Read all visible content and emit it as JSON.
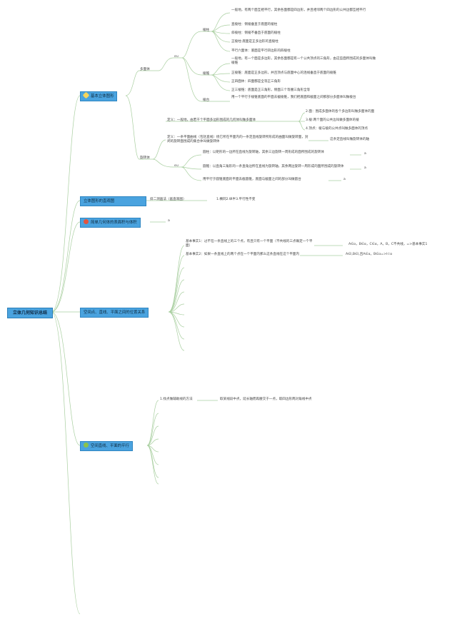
{
  "root": "立体几何知识总结",
  "b1": {
    "title": "基本立体图形",
    "icon": "diamond-icon",
    "polyhedron": {
      "label": "多面体",
      "items": "e∪",
      "prism": {
        "label": "棱柱",
        "n1": "一般地，有两个面互相平行，其余各面都是四边形，并且相邻两个四边形的公共边都互相平行",
        "n2": "直棱柱：侧棱垂直于底面的棱柱",
        "n3": "斜棱柱：侧棱不垂直于底面的棱柱",
        "n4": "正棱柱:底面是正多边形的直棱柱",
        "n5": "平行六面体：底面是平行四边形的四棱柱"
      },
      "pyramid": {
        "label": "棱锥",
        "n1": "一般地，有一个面是多边形，其余各面都是有一个公共顶点的三角形，由这些面所围成的多面体叫做棱锥",
        "n2": "正棱锥：底面是正多边形，并且顶点与底面中心的连线垂直于底面的棱锥",
        "n3": "正四面体：四面都是全等正三角形",
        "n4": "正三棱锥：底面是正三角形，侧面三个等腰三角形全等"
      },
      "frustum": {
        "label": "棱台",
        "n1": "用一个平行于棱锥底面的平面去截棱锥，我们把底面和截面之间那部分多面体叫做棱台"
      },
      "def": "定义：一般地，由若干个平面多边形围成的几何体叫做多面体",
      "def_parts": [
        "2.面：围成多面体的各个多边形叫做多面体的面",
        "3.棱:两个面的公共边叫做多面体的棱",
        "4.顶点：棱与棱的公共点叫做多面体的顶点"
      ]
    },
    "revolution": {
      "label": "旋转体",
      "def": "定义：一条平面曲线（包括直线）绕它所在平面内的一条定直线旋转所形成的曲面叫做旋转面，封闭的旋转面围成的集合体叫做旋转体",
      "axis": "这条定直线叫做旋转体的轴",
      "items": "e∪",
      "cyl": "圆柱：以矩形的一边所在直线为旋转轴，其余三边旋转一周形成的面所围成的旋转体",
      "cone": "圆锥：以直角三角形的一条直角边所在直线为旋转轴，其余两边旋转一周形成的面所围成的旋转体",
      "trunc": "用平行于圆锥底面的平面去截圆锥，底面与截面之间的部分叫做圆台",
      "leaf": "a"
    }
  },
  "b2": {
    "title": "立体图形的直观图",
    "method": "斜二测画法（画直观图）",
    "rule": "1.横同2.纵半3.平行性不变"
  },
  "b3": {
    "title": "简单几何体的表面积与体积",
    "icon": "fire-icon",
    "leaf": "a"
  },
  "b4": {
    "title": "空间点、直线、平面之间的位置关系",
    "fact1": "基本事实1：过不在一条直线上的三个点，有且只有一个平面（不共线的三点确定一个平面）",
    "fact1_sym": "A∈α，B∈α，C∈α，A，B，C不共线，=>基本事实1",
    "fact2": "基本事实2：如果一条直线上的两个点在一个平面内那么这条直线在这个平面内",
    "fact2_sym": "A∈l,B∈l,且A∈α，B∈α=>l⊂α"
  },
  "b5": {
    "title": "空间直线、平面的平行",
    "icon": "leaf-icon",
    "m1": "1.找点做辅助线的方法",
    "m1_detail": "取某线段中点，延长轴而再腰交于一点，取四边形两对角线中点"
  },
  "colors": {
    "accent": "#4aa3df",
    "line": "#a9cfa0"
  }
}
